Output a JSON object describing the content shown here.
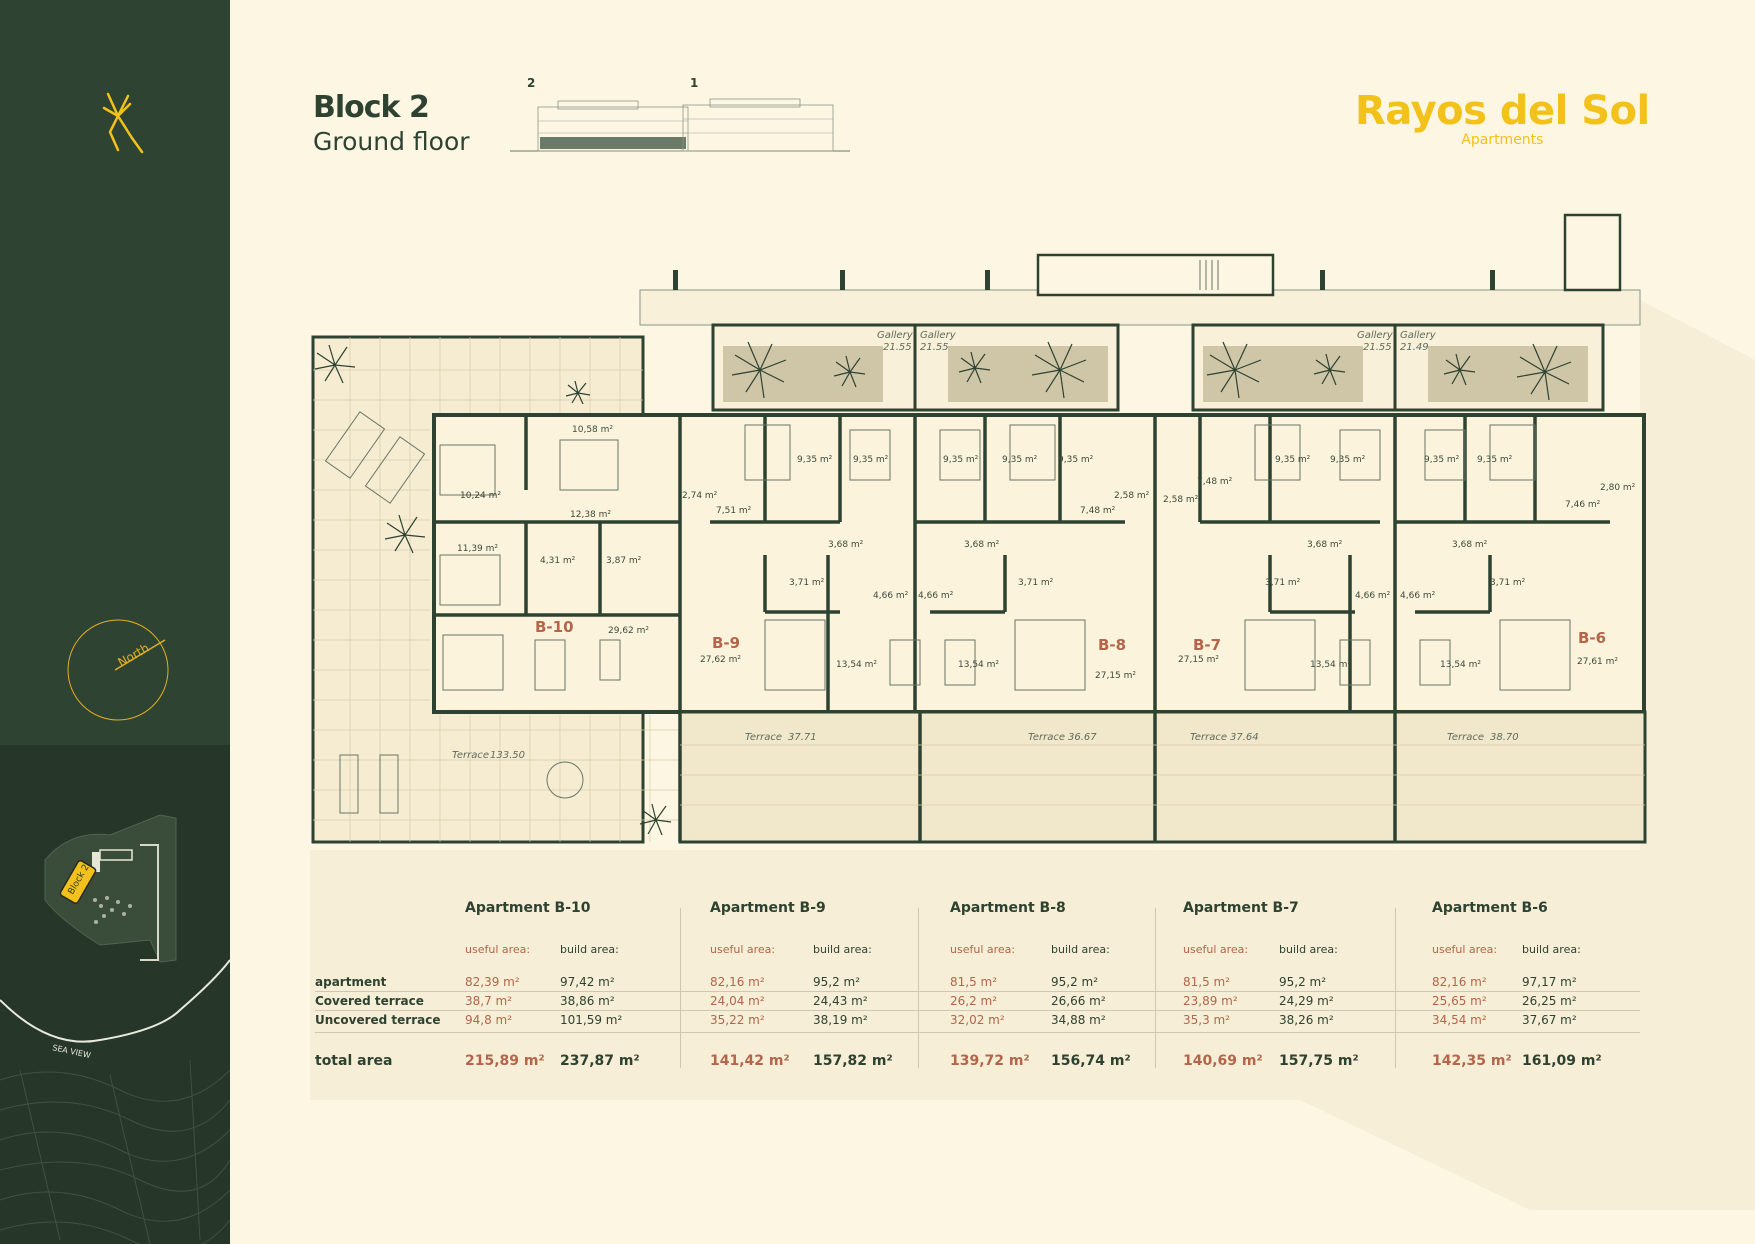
{
  "header": {
    "block": "Block 2",
    "floor": "Ground floor",
    "elevation_labels": [
      "2",
      "1"
    ]
  },
  "brand": {
    "name": "Rayos del Sol",
    "tagline": "Apartments",
    "color": "#f2c21a"
  },
  "sidebar": {
    "compass_label": "North",
    "site_block_label": "Block 2",
    "sea_view_label": "SEA VIEW"
  },
  "plan": {
    "units": [
      "B-10",
      "B-9",
      "B-8",
      "B-7",
      "B-6"
    ],
    "galleries": [
      {
        "label": "Gallery",
        "value": "21.55"
      },
      {
        "label": "Gallery",
        "value": "21.55"
      },
      {
        "label": "Gallery",
        "value": "21.55"
      },
      {
        "label": "Gallery",
        "value": "21.49"
      }
    ],
    "terraces": [
      {
        "label": "Terrace",
        "value": "133.50"
      },
      {
        "label": "Terrace",
        "value": "37.71"
      },
      {
        "label": "Terrace",
        "value": "36.67"
      },
      {
        "label": "Terrace",
        "value": "37.64"
      },
      {
        "label": "Terrace",
        "value": "38.70"
      }
    ],
    "room_areas": {
      "b10": [
        "10,58 m²",
        "10,24 m²",
        "12,38 m²",
        "11,39 m²",
        "4,31 m²",
        "3,87 m²",
        "29,62 m²"
      ],
      "b9": [
        "9,35 m²",
        "2,74 m²",
        "7,51 m²",
        "3,68 m²",
        "3,71 m²",
        "4,66 m²",
        "13,54 m²",
        "27,62 m²"
      ],
      "b8": [
        "9,35 m²",
        "9,35 m²",
        "2,58 m²",
        "7,48 m²",
        "3,68 m²",
        "3,71 m²",
        "4,66 m²",
        "13,54 m²",
        "27,15 m²"
      ],
      "b7": [
        "9,35 m²",
        "2,58 m²",
        "7,48 m²",
        "3,68 m²",
        "3,71 m²",
        "4,66 m²",
        "13,54 m²",
        "27,15 m²"
      ],
      "b6": [
        "9,35 m²",
        "9,35 m²",
        "2,80 m²",
        "7,46 m²",
        "3,68 m²",
        "3,71 m²",
        "4,66 m²",
        "13,54 m²",
        "27,61 m²"
      ],
      "shared": [
        "9,35 m²",
        "9,35 m²",
        "9,35 m²"
      ]
    }
  },
  "areas_table": {
    "sub_headers": {
      "useful": "useful area:",
      "build": "build area:"
    },
    "row_labels": [
      "apartment",
      "Covered terrace",
      "Uncovered terrace"
    ],
    "total_label": "total area",
    "apartments": [
      {
        "name": "Apartment B-10",
        "useful": [
          "82,39 m²",
          "38,7 m²",
          "94,8 m²"
        ],
        "build": [
          "97,42 m²",
          "38,86 m²",
          "101,59 m²"
        ],
        "total_useful": "215,89 m²",
        "total_build": "237,87 m²"
      },
      {
        "name": "Apartment B-9",
        "useful": [
          "82,16 m²",
          "24,04 m²",
          "35,22 m²"
        ],
        "build": [
          "95,2 m²",
          "24,43 m²",
          "38,19 m²"
        ],
        "total_useful": "141,42 m²",
        "total_build": "157,82 m²"
      },
      {
        "name": "Apartment B-8",
        "useful": [
          "81,5 m²",
          "26,2 m²",
          "32,02 m²"
        ],
        "build": [
          "95,2 m²",
          "26,66 m²",
          "34,88 m²"
        ],
        "total_useful": "139,72 m²",
        "total_build": "156,74 m²"
      },
      {
        "name": "Apartment B-7",
        "useful": [
          "81,5 m²",
          "23,89 m²",
          "35,3 m²"
        ],
        "build": [
          "95,2 m²",
          "24,29 m²",
          "38,26 m²"
        ],
        "total_useful": "140,69 m²",
        "total_build": "157,75 m²"
      },
      {
        "name": "Apartment B-6",
        "useful": [
          "82,16 m²",
          "25,65 m²",
          "34,54 m²"
        ],
        "build": [
          "97,17 m²",
          "26,25 m²",
          "37,67 m²"
        ],
        "total_useful": "142,35 m²",
        "total_build": "161,09 m²"
      }
    ]
  },
  "colors": {
    "background": "#fdf6e2",
    "sidebar": "#2f4332",
    "wall": "#2e4231",
    "accent_rust": "#b4654a"
  }
}
